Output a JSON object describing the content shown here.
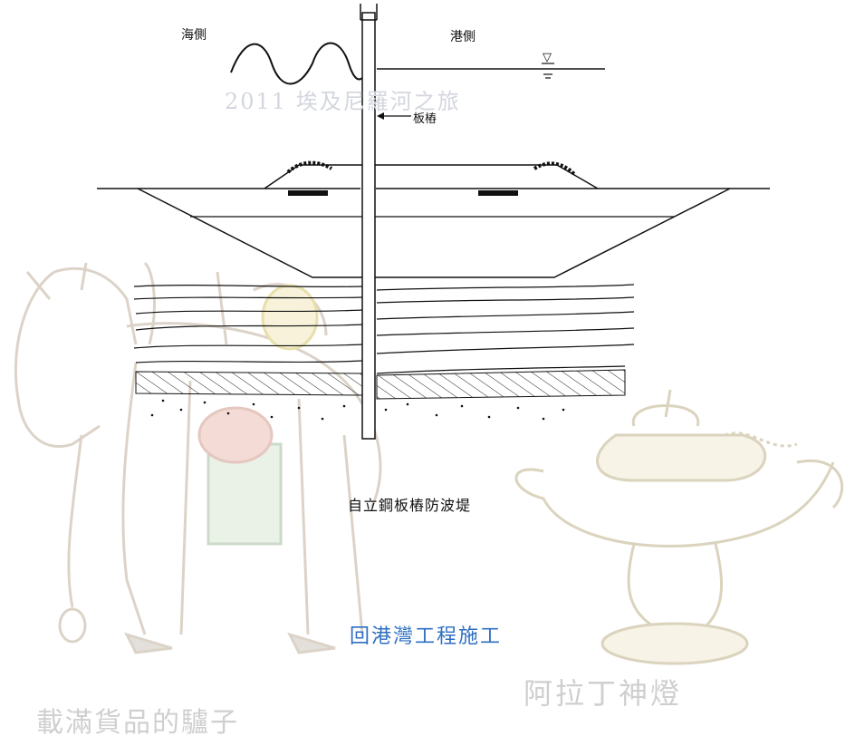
{
  "watermark": {
    "title": "2011 埃及尼羅河之旅",
    "donkey_caption": "載滿貨品的驢子",
    "lamp_caption": "阿拉丁神燈"
  },
  "diagram": {
    "label_sea_side": "海側",
    "label_harbor_side": "港側",
    "label_sheet_pile": "板樁",
    "water_level_symbol": "▽"
  },
  "caption": "自立鋼板樁防波堤",
  "link_heading": "回港灣工程施工",
  "colors": {
    "link": "#2e6fc2",
    "watermark": "#d3d3d3",
    "line": "#111111"
  }
}
